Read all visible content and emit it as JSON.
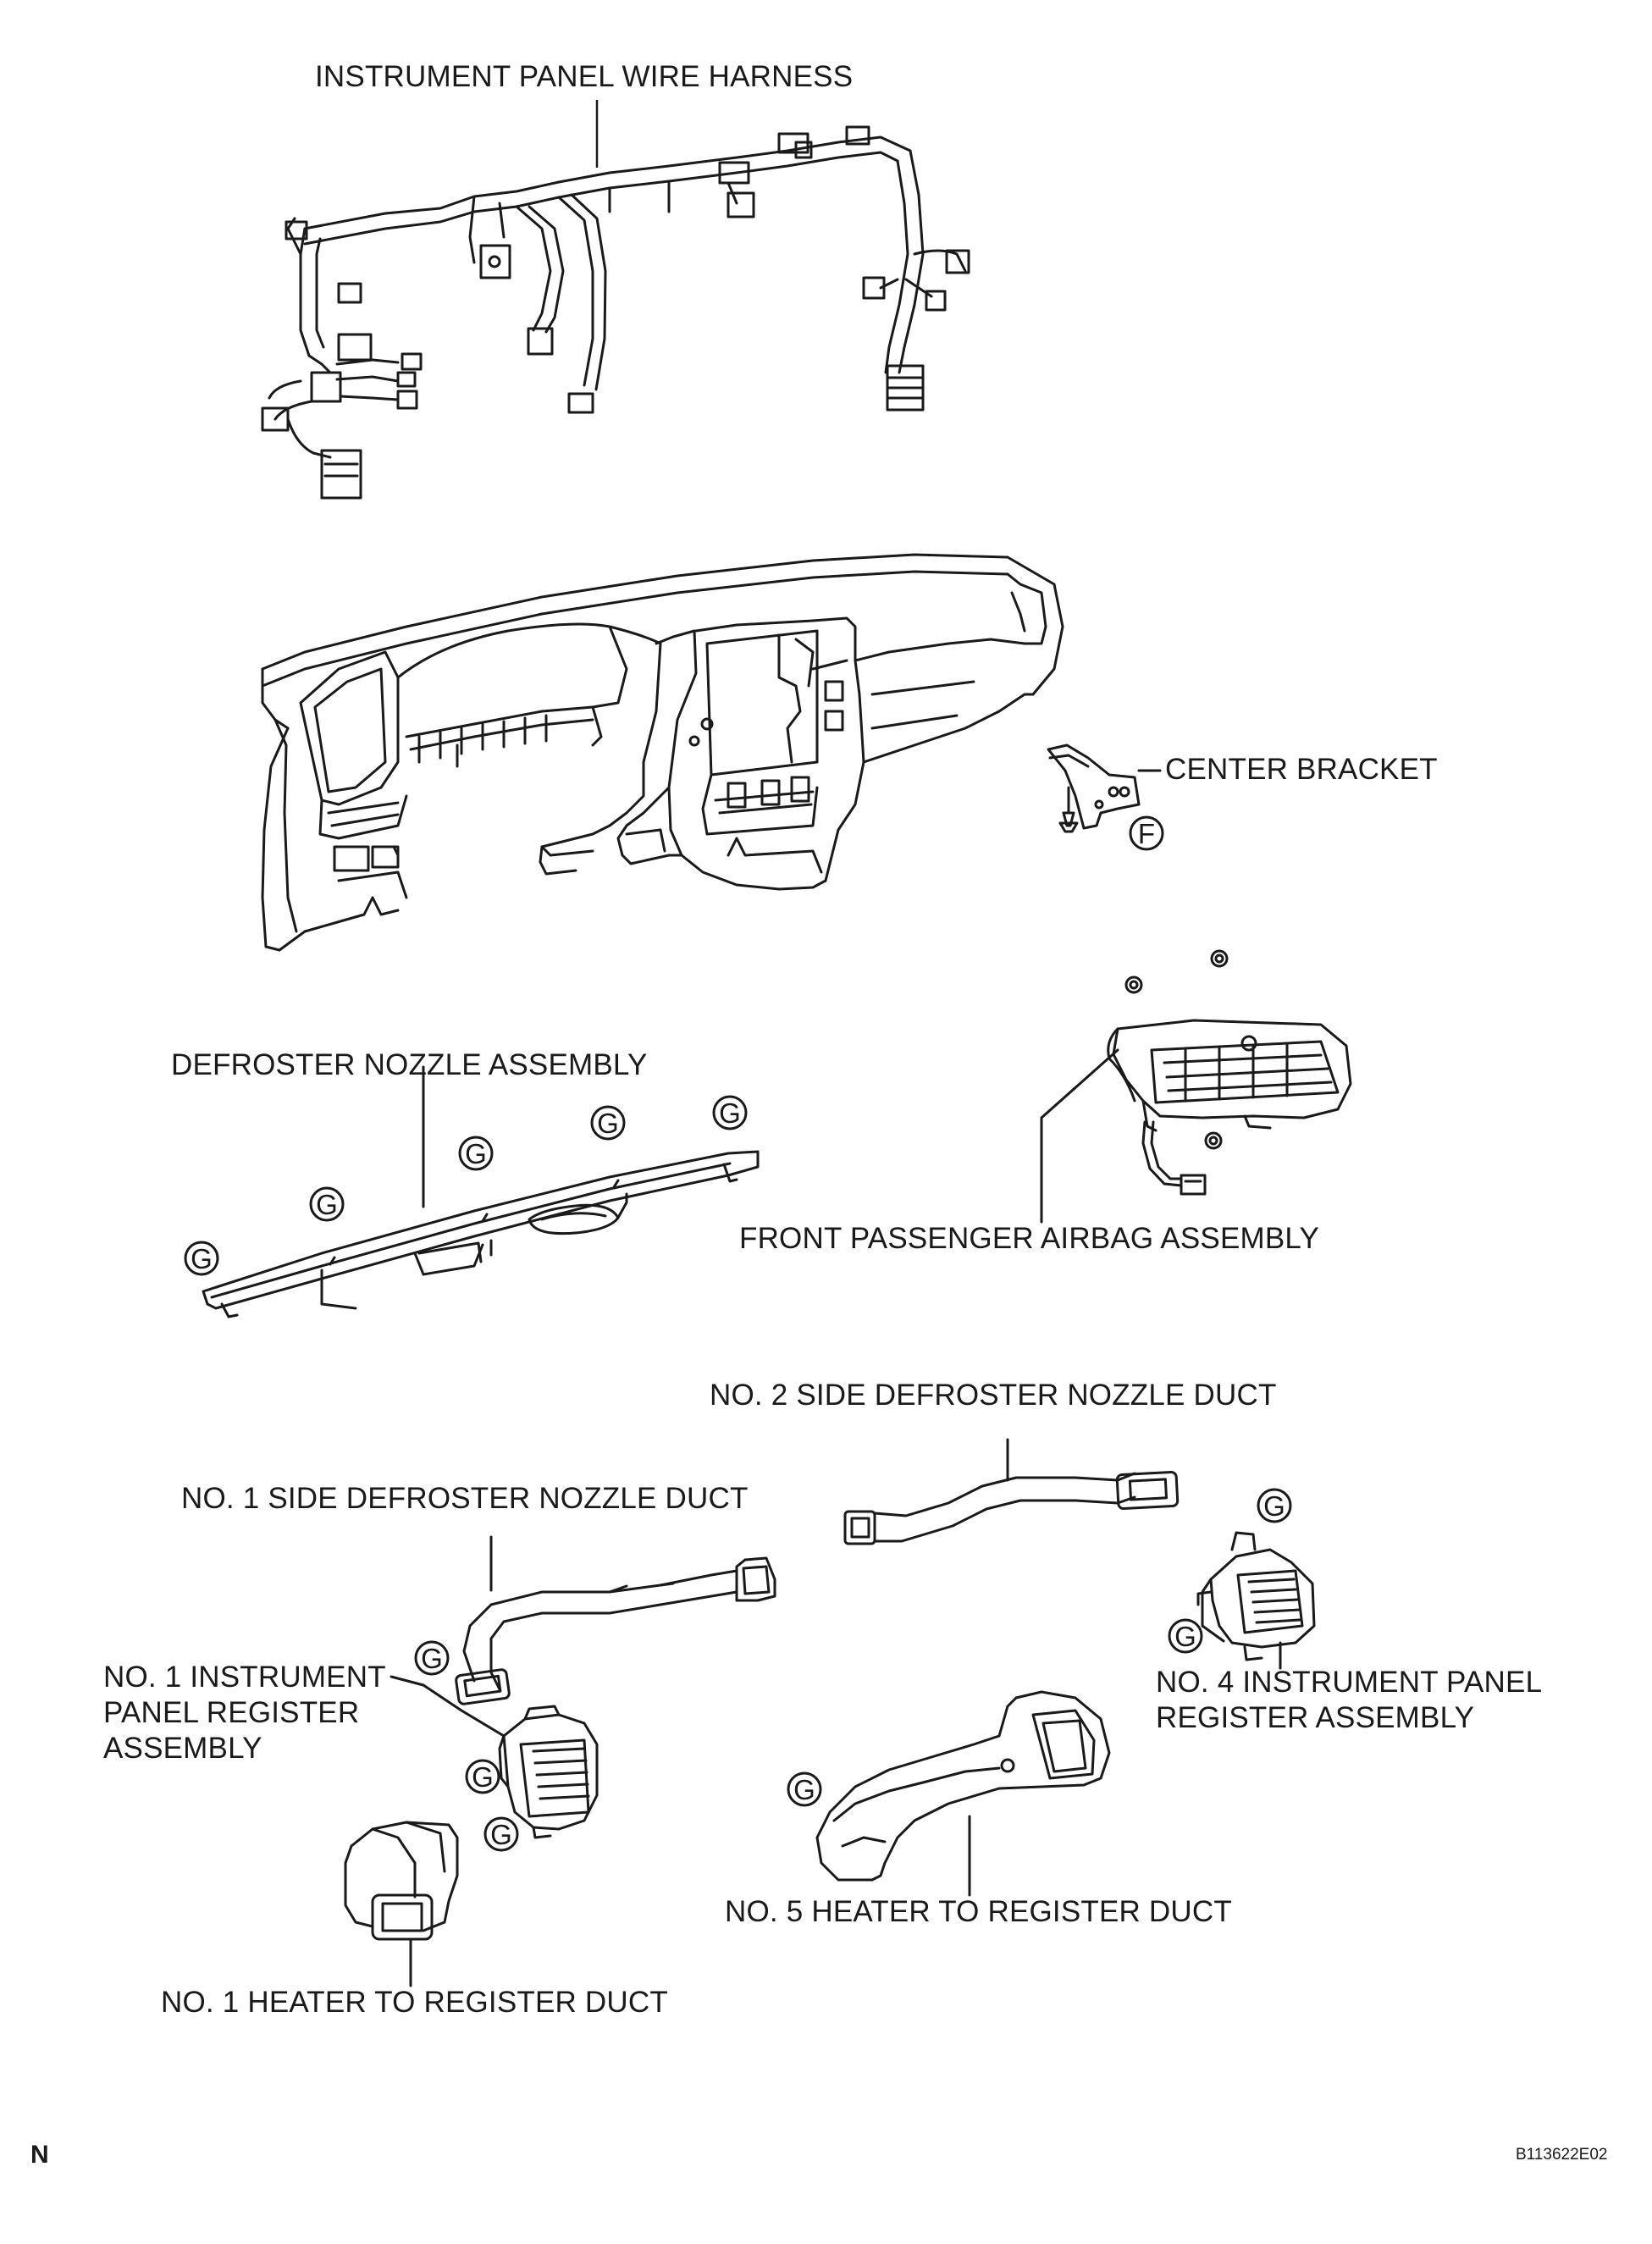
{
  "labels": {
    "wire_harness": "INSTRUMENT PANEL WIRE HARNESS",
    "center_bracket": "CENTER BRACKET",
    "defroster_nozzle": "DEFROSTER NOZZLE ASSEMBLY",
    "airbag": "FRONT PASSENGER AIRBAG ASSEMBLY",
    "side_duct_2": "NO. 2 SIDE DEFROSTER NOZZLE DUCT",
    "side_duct_1": "NO. 1 SIDE DEFROSTER NOZZLE DUCT",
    "register_1": "NO. 1 INSTRUMENT\nPANEL REGISTER\nASSEMBLY",
    "register_4": "NO. 4 INSTRUMENT PANEL\nREGISTER ASSEMBLY",
    "heater_duct_5": "NO. 5 HEATER TO REGISTER DUCT",
    "heater_duct_1": "NO. 1 HEATER TO REGISTER DUCT"
  },
  "fastener_codes": {
    "f": "F",
    "g": "G"
  },
  "corner_mark": "N",
  "figure_code": "B113622E02",
  "colors": {
    "line": "#1a1a1a",
    "background": "#ffffff"
  }
}
